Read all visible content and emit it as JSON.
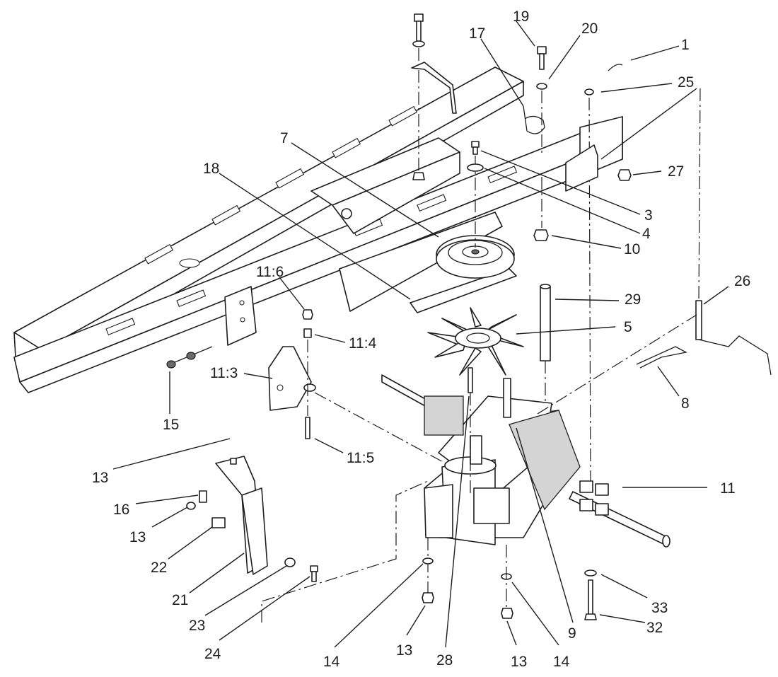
{
  "callouts": [
    {
      "id": "c1",
      "label": "1"
    },
    {
      "id": "c25",
      "label": "25"
    },
    {
      "id": "c20",
      "label": "20"
    },
    {
      "id": "c19",
      "label": "19"
    },
    {
      "id": "c17",
      "label": "17"
    },
    {
      "id": "c7",
      "label": "7"
    },
    {
      "id": "c18",
      "label": "18"
    },
    {
      "id": "c27",
      "label": "27"
    },
    {
      "id": "c3",
      "label": "3"
    },
    {
      "id": "c4",
      "label": "4"
    },
    {
      "id": "c10",
      "label": "10"
    },
    {
      "id": "c26",
      "label": "26"
    },
    {
      "id": "c29",
      "label": "29"
    },
    {
      "id": "c5",
      "label": "5"
    },
    {
      "id": "c8",
      "label": "8"
    },
    {
      "id": "c11_6",
      "label": "11:6"
    },
    {
      "id": "c11_4",
      "label": "11:4"
    },
    {
      "id": "c11_3",
      "label": "11:3"
    },
    {
      "id": "c11_5",
      "label": "11:5"
    },
    {
      "id": "c15",
      "label": "15"
    },
    {
      "id": "c11",
      "label": "11"
    },
    {
      "id": "c13a",
      "label": "13"
    },
    {
      "id": "c16",
      "label": "16"
    },
    {
      "id": "c13b",
      "label": "13"
    },
    {
      "id": "c22",
      "label": "22"
    },
    {
      "id": "c21",
      "label": "21"
    },
    {
      "id": "c23",
      "label": "23"
    },
    {
      "id": "c24",
      "label": "24"
    },
    {
      "id": "c14a",
      "label": "14"
    },
    {
      "id": "c13c",
      "label": "13"
    },
    {
      "id": "c28",
      "label": "28"
    },
    {
      "id": "c13d",
      "label": "13"
    },
    {
      "id": "c14b",
      "label": "14"
    },
    {
      "id": "c9",
      "label": "9"
    },
    {
      "id": "c33",
      "label": "33"
    },
    {
      "id": "c32",
      "label": "32"
    }
  ]
}
